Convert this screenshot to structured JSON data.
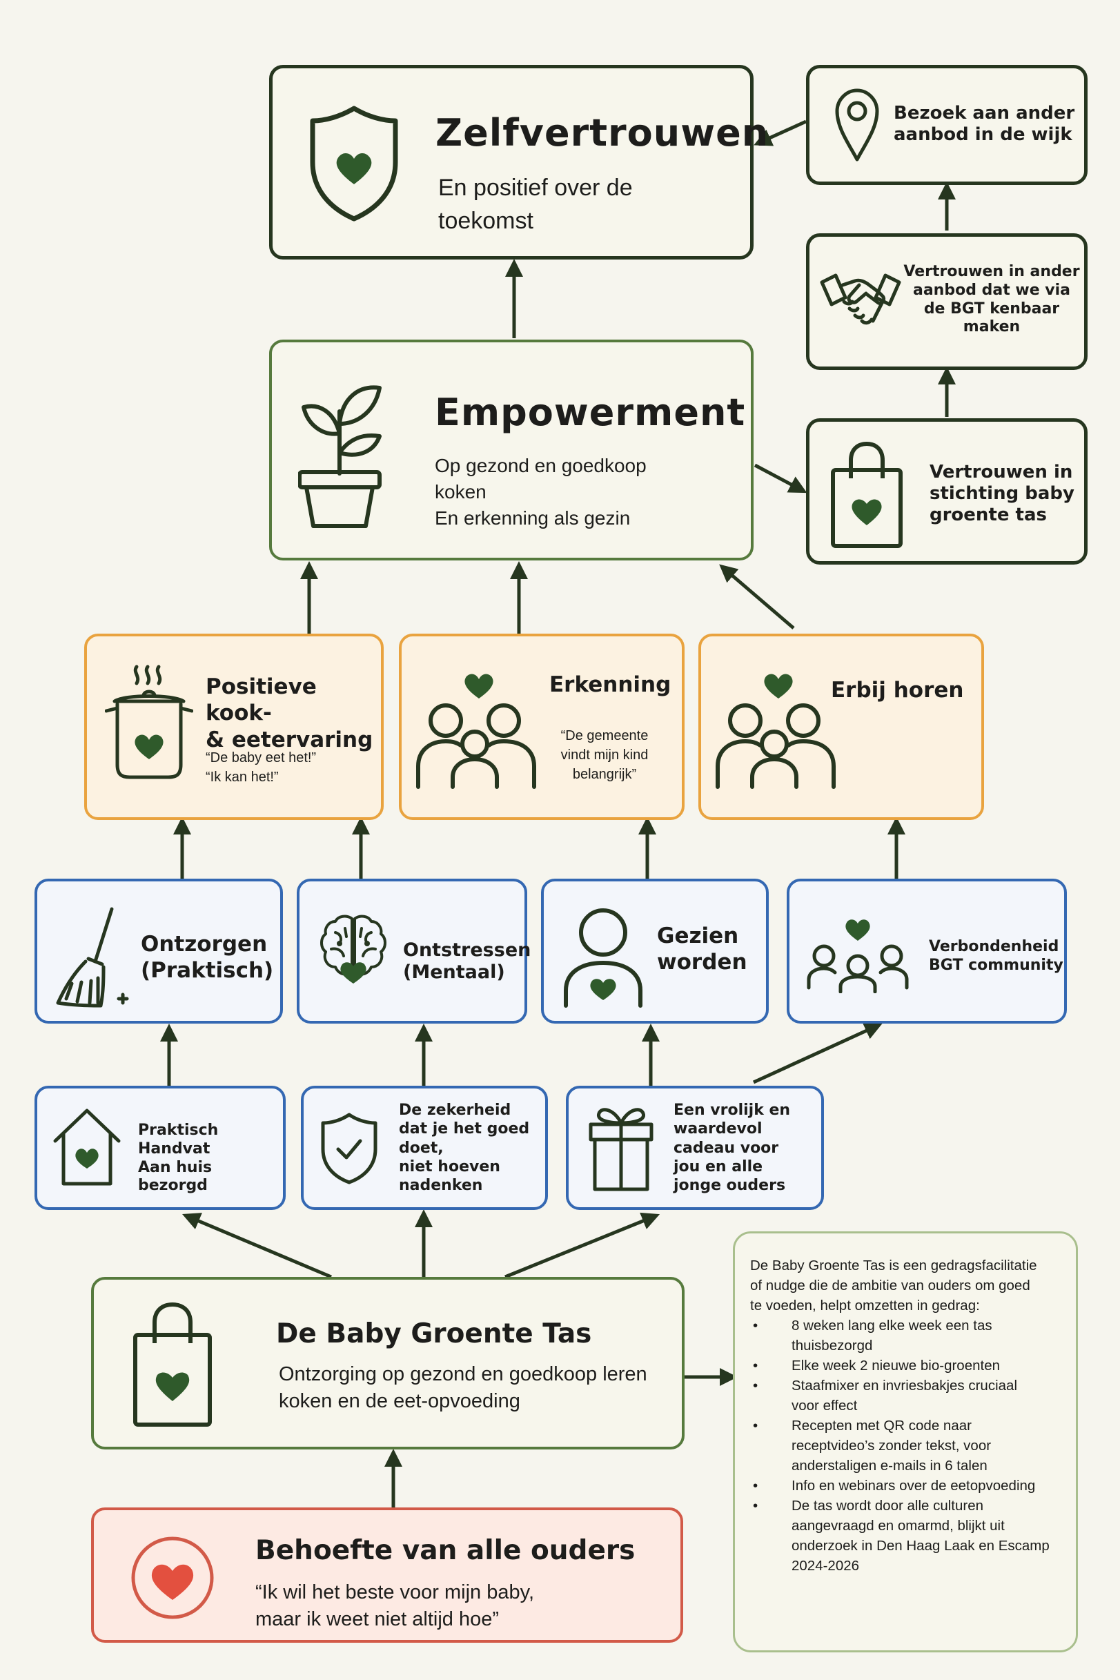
{
  "colors": {
    "dark_green": "#26361f",
    "mid_green": "#567a3d",
    "orange": "#e9a33f",
    "blue": "#3468b2",
    "red": "#d25a48",
    "heart_green": "#2f5a2b",
    "heart_red": "#e3503f"
  },
  "zelfvertrouwen": {
    "icon": "shield-heart-icon",
    "title": "Zelfvertrouwen",
    "subtitle_lines": [
      "En positief over de",
      "toekomst"
    ]
  },
  "empowerment": {
    "icon": "plant-icon",
    "title": "Empowerment",
    "subtitle_lines": [
      "Op gezond en goedkoop",
      "koken",
      "En erkenning als gezin"
    ]
  },
  "side_chain": {
    "bezoek": {
      "icon": "location-pin-icon",
      "lines": [
        "Bezoek aan ander",
        "aanbod in de wijk"
      ]
    },
    "vertrouwen_aanbod": {
      "icon": "handshake-icon",
      "lines": [
        "Vertrouwen in ander",
        "aanbod dat we via",
        "de BGT kenbaar",
        "maken"
      ]
    },
    "vertrouwen_stichting": {
      "icon": "bag-heart-icon",
      "lines": [
        "Vertrouwen in",
        "stichting baby",
        "groente tas"
      ]
    }
  },
  "outcomes": [
    {
      "icon": "cooking-pot-icon",
      "title_lines": [
        "Positieve kook-",
        "& eetervaring"
      ],
      "quote_lines": [
        "“De baby eet het!”",
        "“Ik kan het!”"
      ]
    },
    {
      "icon": "family-heart-icon",
      "title_lines": [
        "Erkenning"
      ],
      "quote_lines": [
        "“De gemeente",
        "vindt mijn kind",
        "belangrijk”"
      ]
    },
    {
      "icon": "family-heart-icon",
      "title_lines": [
        "Erbij horen"
      ],
      "quote_lines": []
    }
  ],
  "mechanisms": [
    {
      "icon": "broom-icon",
      "lines": [
        "Ontzorgen",
        "(Praktisch)"
      ]
    },
    {
      "icon": "brain-heart-icon",
      "lines": [
        "Ontstressen",
        "(Mentaal)"
      ]
    },
    {
      "icon": "person-heart-icon",
      "lines": [
        "Gezien",
        "worden"
      ]
    },
    {
      "icon": "community-heart-icon",
      "lines": [
        "Verbondenheid",
        "BGT community"
      ]
    }
  ],
  "features": [
    {
      "icon": "house-heart-icon",
      "lines": [
        "Praktisch",
        "Handvat",
        "Aan huis bezorgd"
      ]
    },
    {
      "icon": "shield-check-icon",
      "lines": [
        "De zekerheid",
        "dat je het goed",
        "doet,",
        "niet hoeven",
        "nadenken"
      ]
    },
    {
      "icon": "gift-icon",
      "lines": [
        "Een vrolijk en",
        "waardevol",
        "cadeau voor",
        "jou en alle",
        "jonge ouders"
      ]
    }
  ],
  "baby_groente_tas": {
    "icon": "bag-heart-icon",
    "title": "De Baby Groente Tas",
    "subtitle_lines": [
      "Ontzorging op gezond en goedkoop leren",
      "koken en de eet-opvoeding"
    ]
  },
  "behoefte": {
    "icon": "heart-circle-icon",
    "title": "Behoefte van alle ouders",
    "quote_lines": [
      "“Ik wil het beste voor mijn baby,",
      "maar ik weet niet altijd hoe”"
    ]
  },
  "info_note": {
    "intro_lines": [
      "De Baby Groente Tas is een gedragsfacilitatie",
      "of nudge die de ambitie van ouders om goed",
      "te voeden, helpt omzetten in gedrag:"
    ],
    "bullets": [
      [
        "8 weken lang elke week een tas",
        "thuisbezorgd"
      ],
      [
        "Elke week 2 nieuwe bio-groenten"
      ],
      [
        "Staafmixer en invriesbakjes cruciaal",
        "voor effect"
      ],
      [
        "Recepten met QR code naar",
        "receptvideo’s zonder tekst, voor",
        "anderstaligen e-mails in 6 talen"
      ],
      [
        "Info en webinars over de eetopvoeding"
      ],
      [
        "De tas wordt door alle culturen",
        "aangevraagd en omarmd, blijkt uit",
        "onderzoek in Den Haag Laak en Escamp",
        "2024-2026"
      ]
    ]
  }
}
